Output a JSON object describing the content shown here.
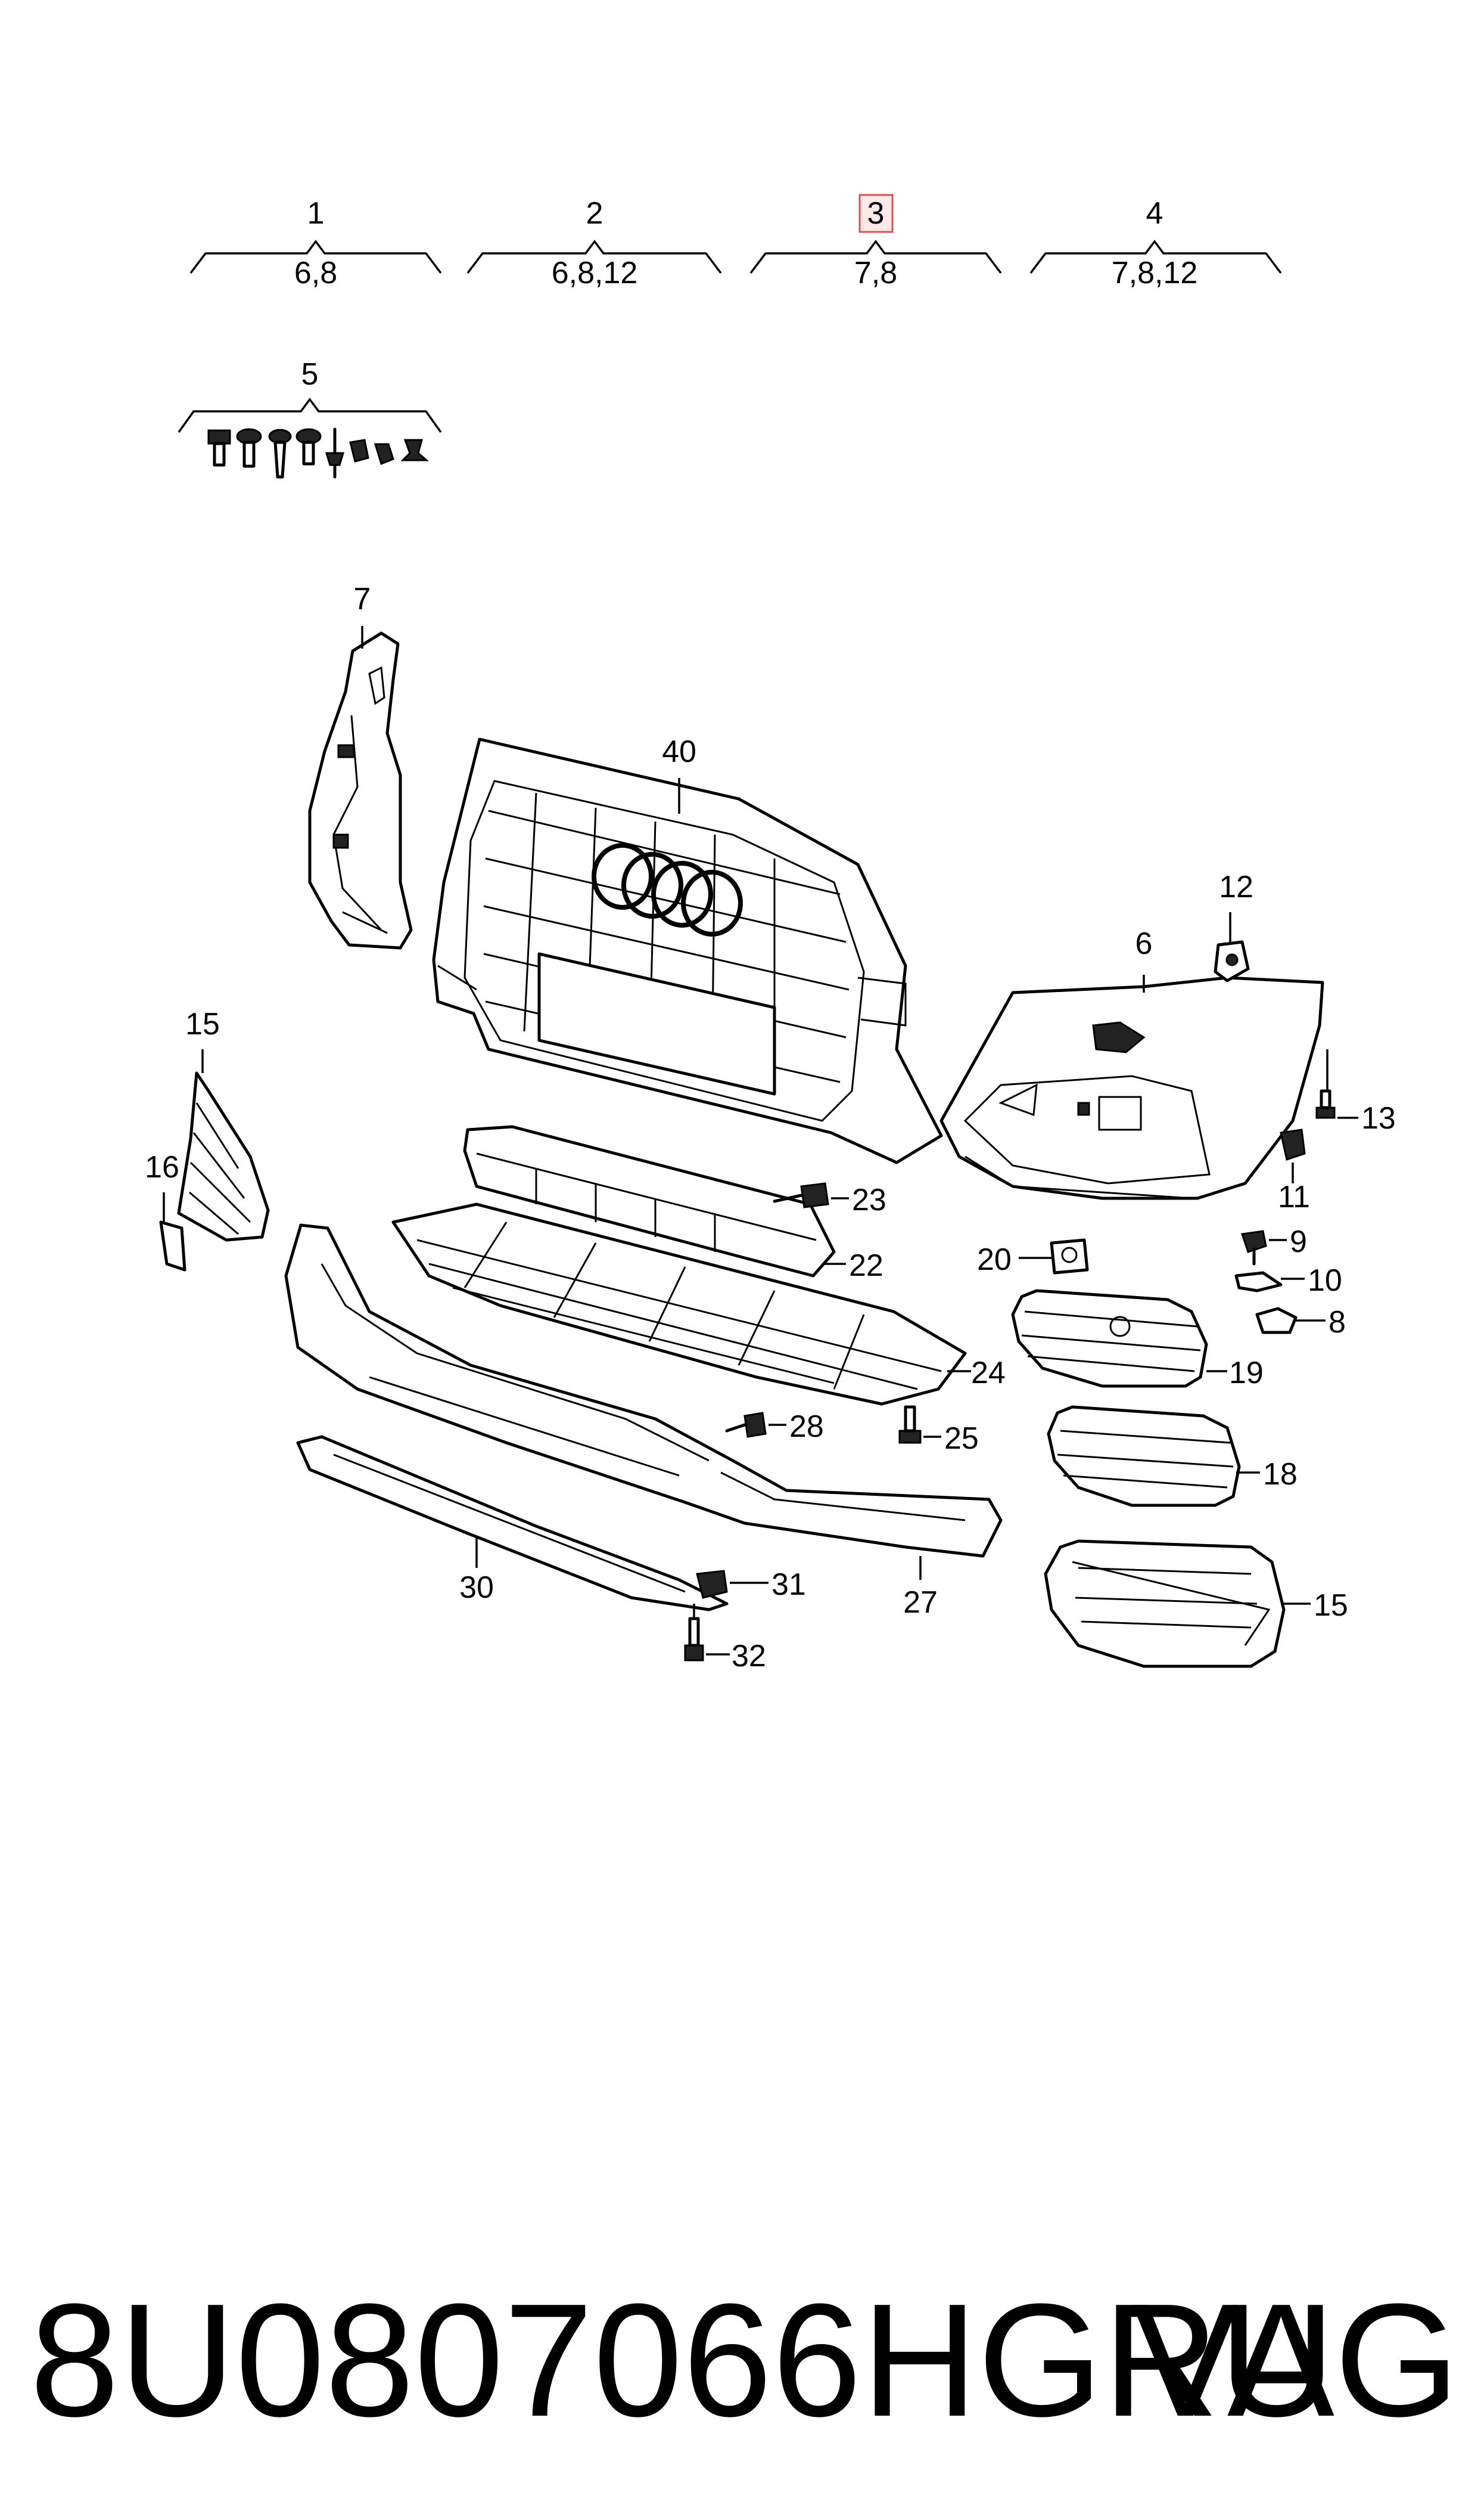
{
  "header_groups": [
    {
      "number": "1",
      "refs": "6,8",
      "highlighted": false
    },
    {
      "number": "2",
      "refs": "6,8,12",
      "highlighted": false
    },
    {
      "number": "3",
      "refs": "7,8",
      "highlighted": true
    },
    {
      "number": "4",
      "refs": "7,8,12",
      "highlighted": false
    }
  ],
  "fastener_set": {
    "number": "5"
  },
  "callouts": {
    "c7": "7",
    "c40": "40",
    "c12": "12",
    "c6": "6",
    "c15a": "15",
    "c16": "16",
    "c13": "13",
    "c11": "11",
    "c23": "23",
    "c22": "22",
    "c20": "20",
    "c9": "9",
    "c10": "10",
    "c8": "8",
    "c24": "24",
    "c19": "19",
    "c28": "28",
    "c25": "25",
    "c18": "18",
    "c30": "30",
    "c31": "31",
    "c27": "27",
    "c15b": "15",
    "c32": "32"
  },
  "highlight_color": "#d9534f",
  "footer": {
    "part_number": "8U0807066HGRU",
    "brand": "VAG"
  }
}
